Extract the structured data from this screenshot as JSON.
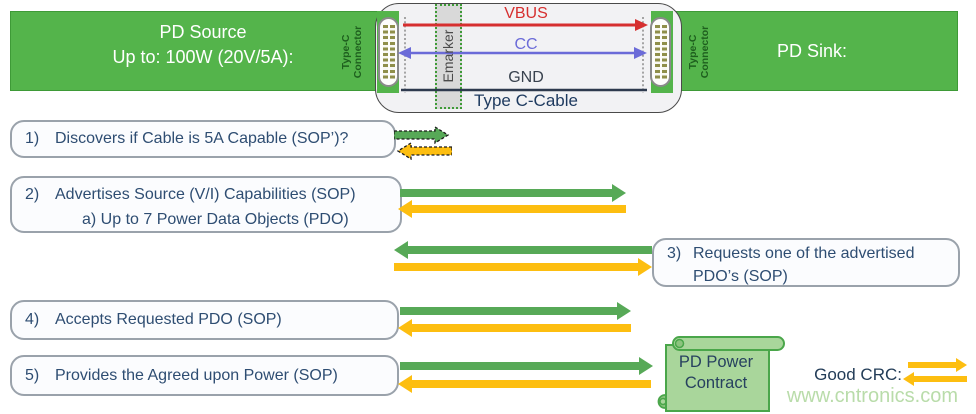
{
  "banner": {
    "source_title": "PD Source",
    "source_subtitle": "Up to: 100W (20V/5A):",
    "sink_title": "PD Sink:"
  },
  "cable": {
    "label": "Type C-Cable",
    "emarker_label": "Emarker",
    "connector_label_line1": "Type-C",
    "connector_label_line2": "Connector",
    "signals": [
      {
        "name": "VBUS",
        "color": "#d62f2f",
        "direction": "source-to-sink"
      },
      {
        "name": "CC",
        "color": "#6b6bd8",
        "direction": "bidirectional"
      },
      {
        "name": "GND",
        "color": "#39424e",
        "direction": "none"
      }
    ]
  },
  "steps": [
    {
      "num": "1)",
      "lines": [
        "Discovers if Cable is 5A Capable (SOP’)?"
      ]
    },
    {
      "num": "2)",
      "lines": [
        "Advertises Source (V/I) Capabilities (SOP)",
        "a)  Up to 7 Power Data Objects (PDO)"
      ]
    },
    {
      "num": "3)",
      "lines": [
        "Requests one of the advertised",
        "PDO’s (SOP)"
      ]
    },
    {
      "num": "4)",
      "lines": [
        "Accepts Requested PDO (SOP)"
      ]
    },
    {
      "num": "5)",
      "lines": [
        "Provides the Agreed upon Power (SOP)"
      ]
    }
  ],
  "contract": {
    "line1": "PD Power",
    "line2": "Contract"
  },
  "good_crc": {
    "label": "Good CRC:"
  },
  "watermark": "www.cntronics.com",
  "colors": {
    "banner_green": "#54b44b",
    "arrow_green": "#57a957",
    "arrow_yellow": "#fdbe10",
    "step_text": "#2e4d72",
    "scroll_fill": "#a9d69b",
    "watermark_green": "#b9dcaa"
  }
}
